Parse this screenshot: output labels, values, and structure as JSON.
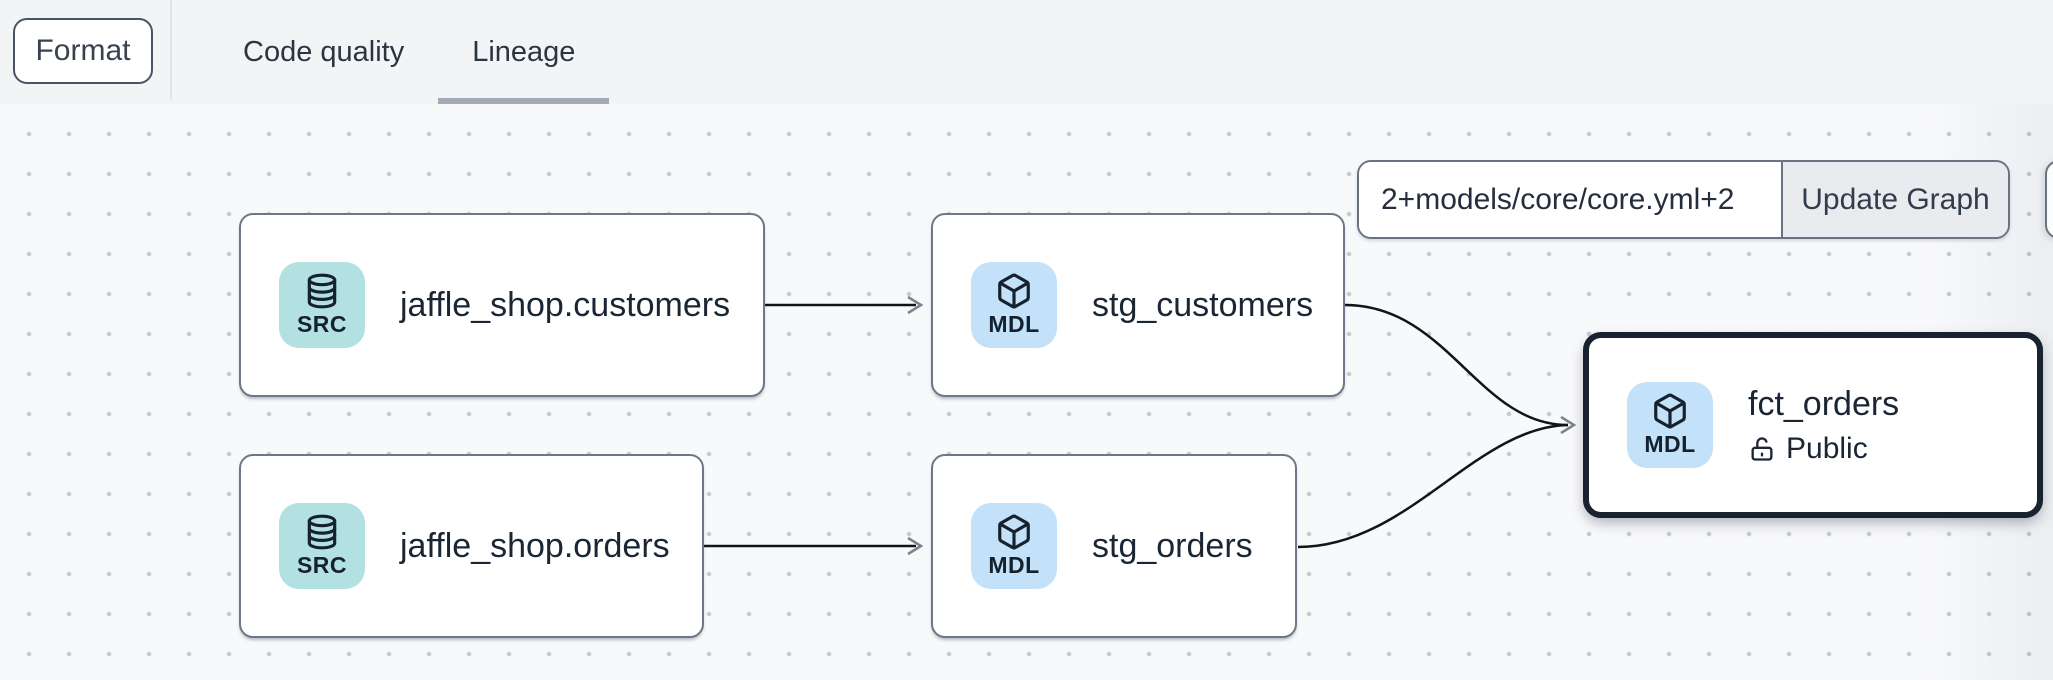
{
  "toolbar": {
    "format_button": "Format",
    "tabs": [
      {
        "label": "Code quality",
        "active": false
      },
      {
        "label": "Lineage",
        "active": true
      }
    ]
  },
  "lineage_controls": {
    "selector_value": "2+models/core/core.yml+2",
    "update_button": "Update Graph"
  },
  "graph": {
    "nodes": [
      {
        "badge": "SRC",
        "label": "jaffle_shop.customers",
        "kind": "source",
        "icon": "database-icon",
        "selected": false
      },
      {
        "badge": "MDL",
        "label": "stg_customers",
        "kind": "model",
        "icon": "cube-icon",
        "selected": false
      },
      {
        "badge": "SRC",
        "label": "jaffle_shop.orders",
        "kind": "source",
        "icon": "database-icon",
        "selected": false
      },
      {
        "badge": "MDL",
        "label": "stg_orders",
        "kind": "model",
        "icon": "cube-icon",
        "selected": false
      },
      {
        "badge": "MDL",
        "label": "fct_orders",
        "kind": "model",
        "icon": "cube-icon",
        "access_label": "Public",
        "access_icon": "unlock-icon",
        "selected": true
      }
    ],
    "edges": [
      {
        "from": "jaffle_shop.customers",
        "to": "stg_customers"
      },
      {
        "from": "jaffle_shop.orders",
        "to": "stg_orders"
      },
      {
        "from": "stg_customers",
        "to": "fct_orders"
      },
      {
        "from": "stg_orders",
        "to": "fct_orders"
      }
    ]
  },
  "colors": {
    "topbar_bg": "#f3f4f6",
    "canvas_bg": "#f8f9fb",
    "canvas_dot": "#c7ccd4",
    "source_badge_bg": "#b3e0e0",
    "model_badge_bg": "#c3e1f9",
    "node_border": "#6e7787",
    "selected_node_border": "#19222f",
    "edge": "#10151b",
    "text": "#1d2836",
    "active_tab_underline": "#a2aab5",
    "update_button_bg": "#e9ebef"
  }
}
